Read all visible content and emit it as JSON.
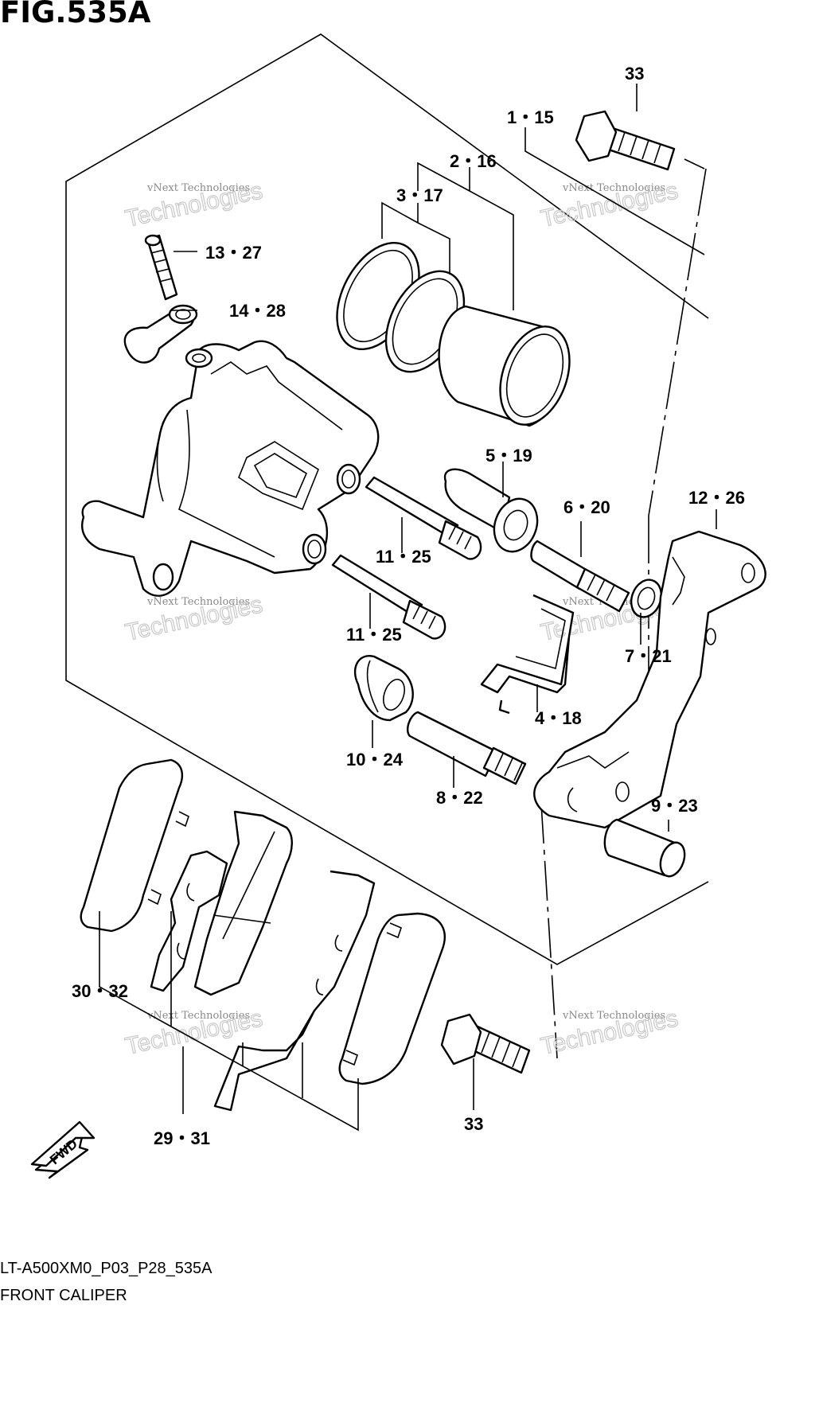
{
  "figure": {
    "title": "FIG.535A",
    "model_code": "LT-A500XM0_P03_P28_535A",
    "caption": "FRONT CALIPER"
  },
  "watermark": {
    "line1": "vNext Technologies",
    "line2": "Technologies"
  },
  "direction": {
    "label": "FWD"
  },
  "callouts": {
    "c1": "1・15",
    "c2": "2・16",
    "c3": "3・17",
    "c4": "4・18",
    "c5": "5・19",
    "c6": "6・20",
    "c7": "7・21",
    "c8": "8・22",
    "c9": "9・23",
    "c10": "10・24",
    "c11a": "11・25",
    "c11b": "11・25",
    "c12": "12・26",
    "c13": "13・27",
    "c14": "14・28",
    "c29": "29・31",
    "c30": "30・32",
    "c33a": "33",
    "c33b": "33"
  }
}
